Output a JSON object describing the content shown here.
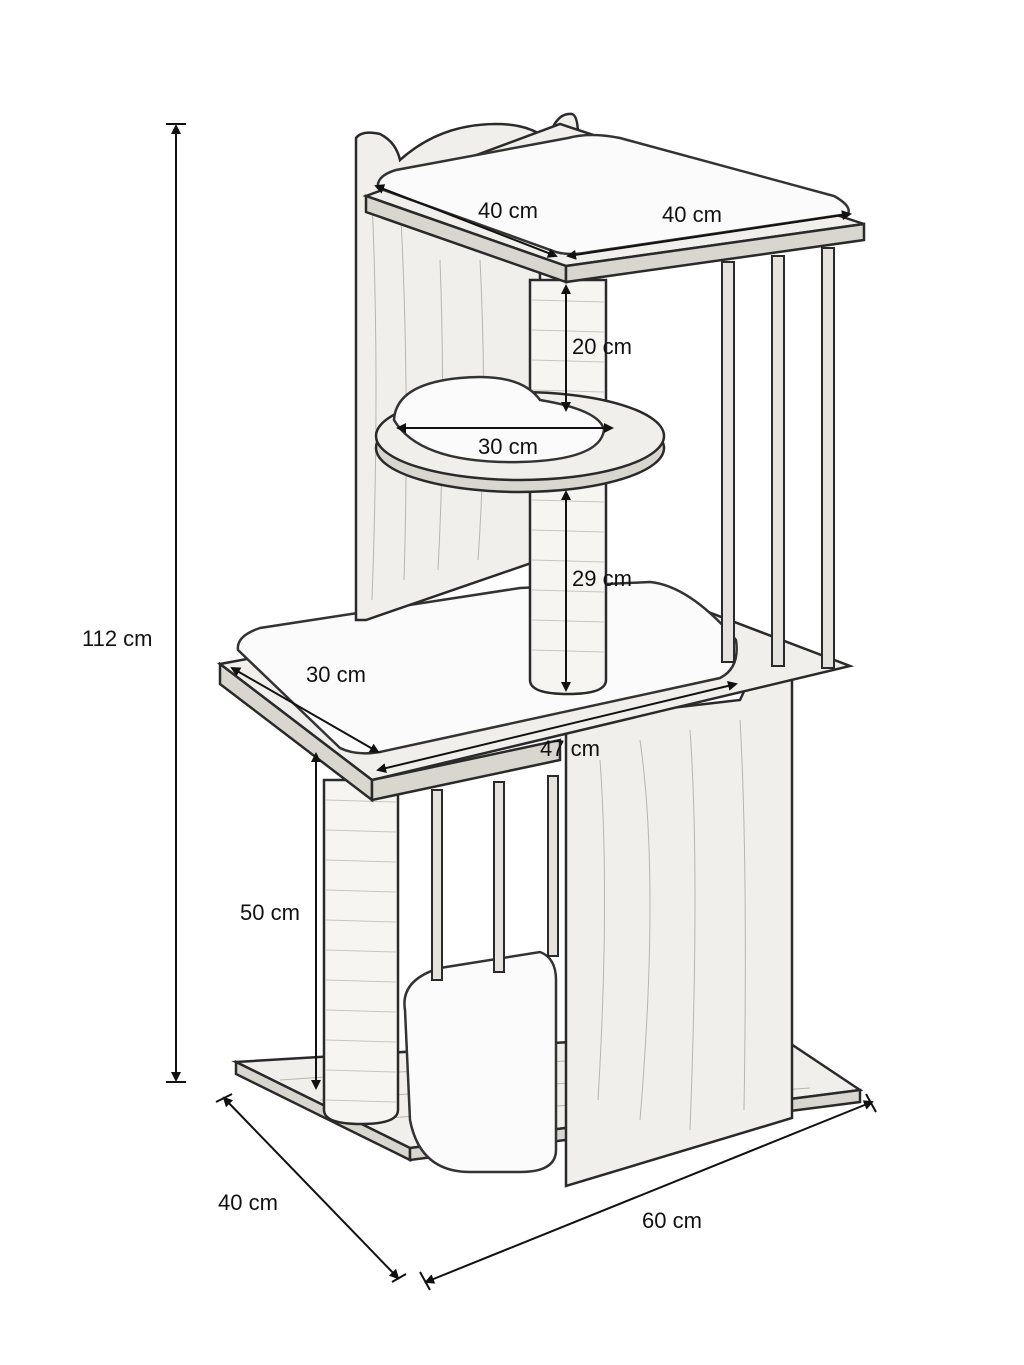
{
  "dimensions": {
    "total_height": "112 cm",
    "top_platform_depth": "40 cm",
    "top_platform_width": "40 cm",
    "upper_post_height": "20 cm",
    "round_platform_diameter": "30 cm",
    "middle_post_height": "29 cm",
    "middle_platform_depth": "30 cm",
    "middle_platform_width": "47 cm",
    "lower_post_height": "50 cm",
    "base_depth": "40 cm",
    "base_width": "60 cm"
  }
}
